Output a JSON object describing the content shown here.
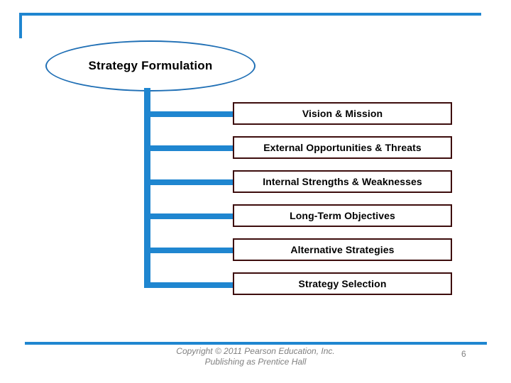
{
  "slide": {
    "title": "Strategy Formulation",
    "items": [
      {
        "label": "Vision & Mission"
      },
      {
        "label": "External Opportunities & Threats"
      },
      {
        "label": "Internal Strengths & Weaknesses"
      },
      {
        "label": "Long-Term Objectives"
      },
      {
        "label": "Alternative Strategies"
      },
      {
        "label": "Strategy Selection"
      }
    ],
    "footer": {
      "line1": "Copyright © 2011 Pearson Education, Inc.",
      "line2": "Publishing as Prentice Hall",
      "page_number": "6"
    },
    "colors": {
      "accent_blue": "#1f86d0",
      "ellipse_outline": "#1f6fb5",
      "box_border": "#3d0d0d",
      "text": "#000000",
      "footer_text": "#808080",
      "background": "#ffffff"
    },
    "layout": {
      "box_tops": [
        144,
        192,
        240,
        288,
        336,
        384
      ],
      "branch_tops": [
        157,
        205,
        253,
        301,
        349,
        398
      ]
    }
  }
}
